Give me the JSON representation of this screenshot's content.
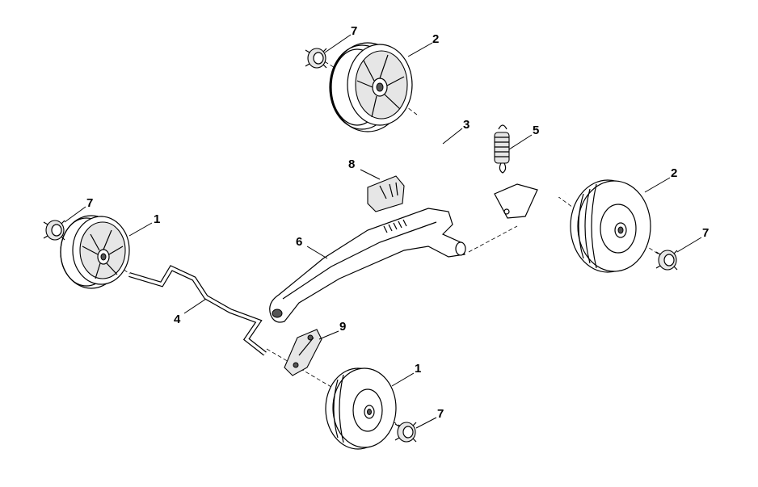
{
  "diagram": {
    "type": "exploded-parts-view",
    "callouts": {
      "c7_top": "7",
      "c2_top": "2",
      "c3": "3",
      "c5": "5",
      "c8": "8",
      "c2_right": "2",
      "c7_left": "7",
      "c1_left": "1",
      "c7_right": "7",
      "c6": "6",
      "c4": "4",
      "c9": "9",
      "c1_bottom": "1",
      "c7_bottom": "7"
    }
  }
}
